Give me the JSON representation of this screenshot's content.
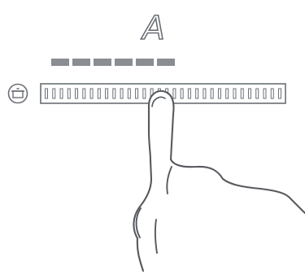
{
  "display": {
    "power_level": "A",
    "level_indicator_count": 6,
    "level_indicator_active": 6
  },
  "slider": {
    "segment_count": 32,
    "touch_position": 0.5
  },
  "icons": {
    "cookware": "pot-icon",
    "hand": "finger-touch-icon"
  },
  "colors": {
    "line": "#6b6f75",
    "fill_dark": "#8a8d92",
    "fill_light": "#b3b5b8",
    "background": "#ffffff"
  }
}
